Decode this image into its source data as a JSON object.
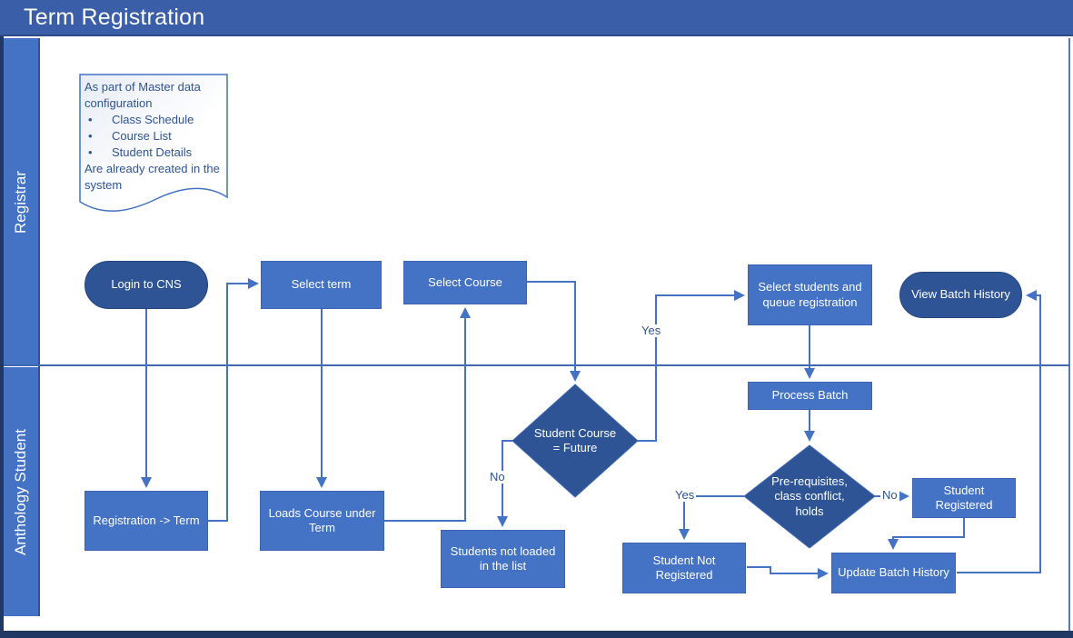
{
  "title": "Term Registration",
  "lanes": {
    "registrar": "Registrar",
    "anthology_student": "Anthology Student"
  },
  "note": {
    "intro": "As part of Master data configuration",
    "bullet_char": "•",
    "bullets": [
      "Class Schedule",
      "Course List",
      "Student Details"
    ],
    "outro": "Are already created in the system"
  },
  "nodes": {
    "login": "Login to CNS",
    "select_term": "Select term",
    "select_course": "Select Course",
    "select_students": "Select students and queue registration",
    "view_batch_history": "View Batch History",
    "registration_term": "Registration -> Term",
    "loads_course": "Loads Course under Term",
    "student_course_future": "Student Course\n= Future",
    "students_not_loaded": "Students not loaded in the list",
    "process_batch": "Process Batch",
    "prereq_conflict": "Pre-requisites,\nclass conflict,\nholds",
    "student_registered": "Student Registered",
    "student_not_registered": "Student Not Registered",
    "update_batch_history": "Update Batch History"
  },
  "edge_labels": {
    "d1_yes": "Yes",
    "d1_no": "No",
    "d2_yes": "Yes",
    "d2_no": "No"
  },
  "colors": {
    "title_bar": "#3b5ea9",
    "lane_band": "#4472c4",
    "process_box": "#4472c4",
    "terminator_and_decision": "#2e5496",
    "connector": "#4472c4",
    "note_text": "#2e5496",
    "frame_border": "#1f3864"
  }
}
